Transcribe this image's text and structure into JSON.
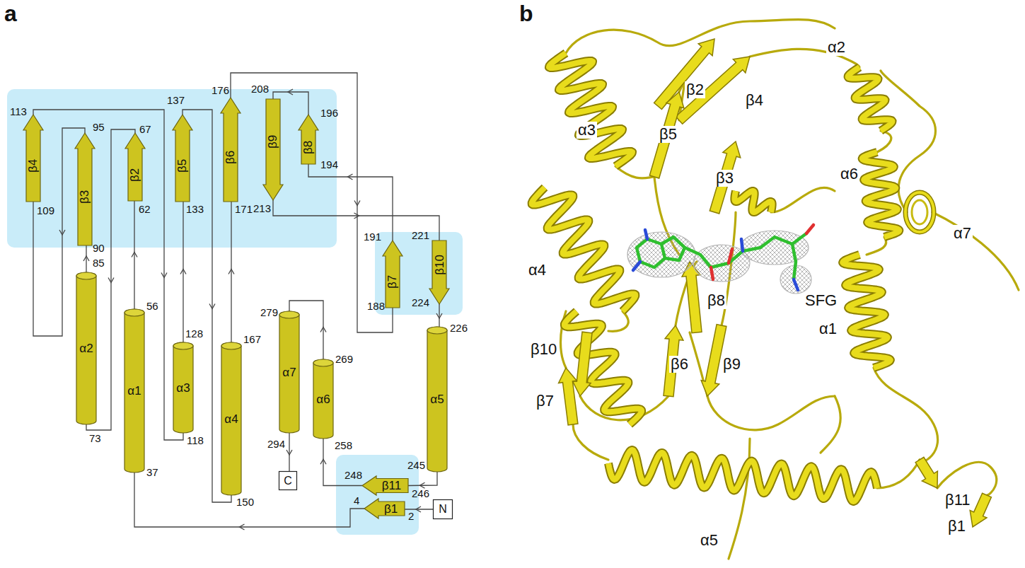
{
  "diagram": {
    "nodes": [
      {
        "text": [
          "N"
        ]
      },
      {
        "text": [
          "β1"
        ]
      },
      {
        "text": [
          "α1"
        ]
      },
      {
        "text": [
          "β2"
        ]
      },
      {
        "text": [
          "α2"
        ]
      },
      {
        "text": [
          "β3"
        ]
      },
      {
        "text": [
          "β4"
        ]
      },
      {
        "text": [
          "α3"
        ]
      },
      {
        "text": [
          "β5"
        ]
      },
      {
        "text": [
          "α4"
        ]
      },
      {
        "text": [
          "β6"
        ]
      },
      {
        "text": [
          "β7"
        ]
      },
      {
        "text": [
          "β8"
        ]
      },
      {
        "text": [
          "β9"
        ]
      },
      {
        "text": [
          "β10"
        ]
      },
      {
        "text": [
          "α5"
        ]
      },
      {
        "text": [
          "β11"
        ]
      },
      {
        "text": [
          "α6"
        ]
      },
      {
        "text": [
          "α7"
        ]
      },
      {
        "text": [
          "C"
        ]
      }
    ],
    "edges": [
      {
        "from": 0,
        "to": 1,
        "arrow": "to"
      },
      {
        "from": 1,
        "to": 2,
        "arrow": "to"
      },
      {
        "from": 2,
        "to": 3,
        "arrow": "to"
      },
      {
        "from": 3,
        "to": 4,
        "arrow": "to"
      },
      {
        "from": 4,
        "to": 5,
        "arrow": "to"
      },
      {
        "from": 5,
        "to": 6,
        "arrow": "to"
      },
      {
        "from": 6,
        "to": 7,
        "arrow": "to"
      },
      {
        "from": 7,
        "to": 8,
        "arrow": "to"
      },
      {
        "from": 8,
        "to": 9,
        "arrow": "to"
      },
      {
        "from": 9,
        "to": 10,
        "arrow": "to"
      },
      {
        "from": 10,
        "to": 11,
        "arrow": "to"
      },
      {
        "from": 11,
        "to": 12,
        "arrow": "to"
      },
      {
        "from": 12,
        "to": 13,
        "arrow": "to"
      },
      {
        "from": 13,
        "to": 14,
        "arrow": "to"
      },
      {
        "from": 14,
        "to": 15,
        "arrow": "to"
      },
      {
        "from": 15,
        "to": 16,
        "arrow": "to"
      },
      {
        "from": 16,
        "to": 17,
        "arrow": "to"
      },
      {
        "from": 17,
        "to": 18,
        "arrow": "to"
      },
      {
        "from": 18,
        "to": 19,
        "arrow": "to"
      }
    ],
    "labels": [
      "a",
      "113",
      "109",
      "95",
      "90",
      "85",
      "73",
      "67",
      "62",
      "56",
      "37",
      "137",
      "133",
      "128",
      "118",
      "176",
      "171",
      "167",
      "150",
      "208",
      "213",
      "196",
      "194",
      "191",
      "188",
      "221",
      "224",
      "279",
      "294",
      "269",
      "258",
      "226",
      "245",
      "248",
      "246",
      "4",
      "2",
      "b",
      "α2",
      "β2",
      "β4",
      "α3",
      "β5",
      "β3",
      "α6",
      "α7",
      "α4",
      "SFG",
      "β8",
      "α1",
      "β10",
      "β6",
      "β9",
      "β7",
      "β11",
      "β1",
      "α5"
    ]
  }
}
